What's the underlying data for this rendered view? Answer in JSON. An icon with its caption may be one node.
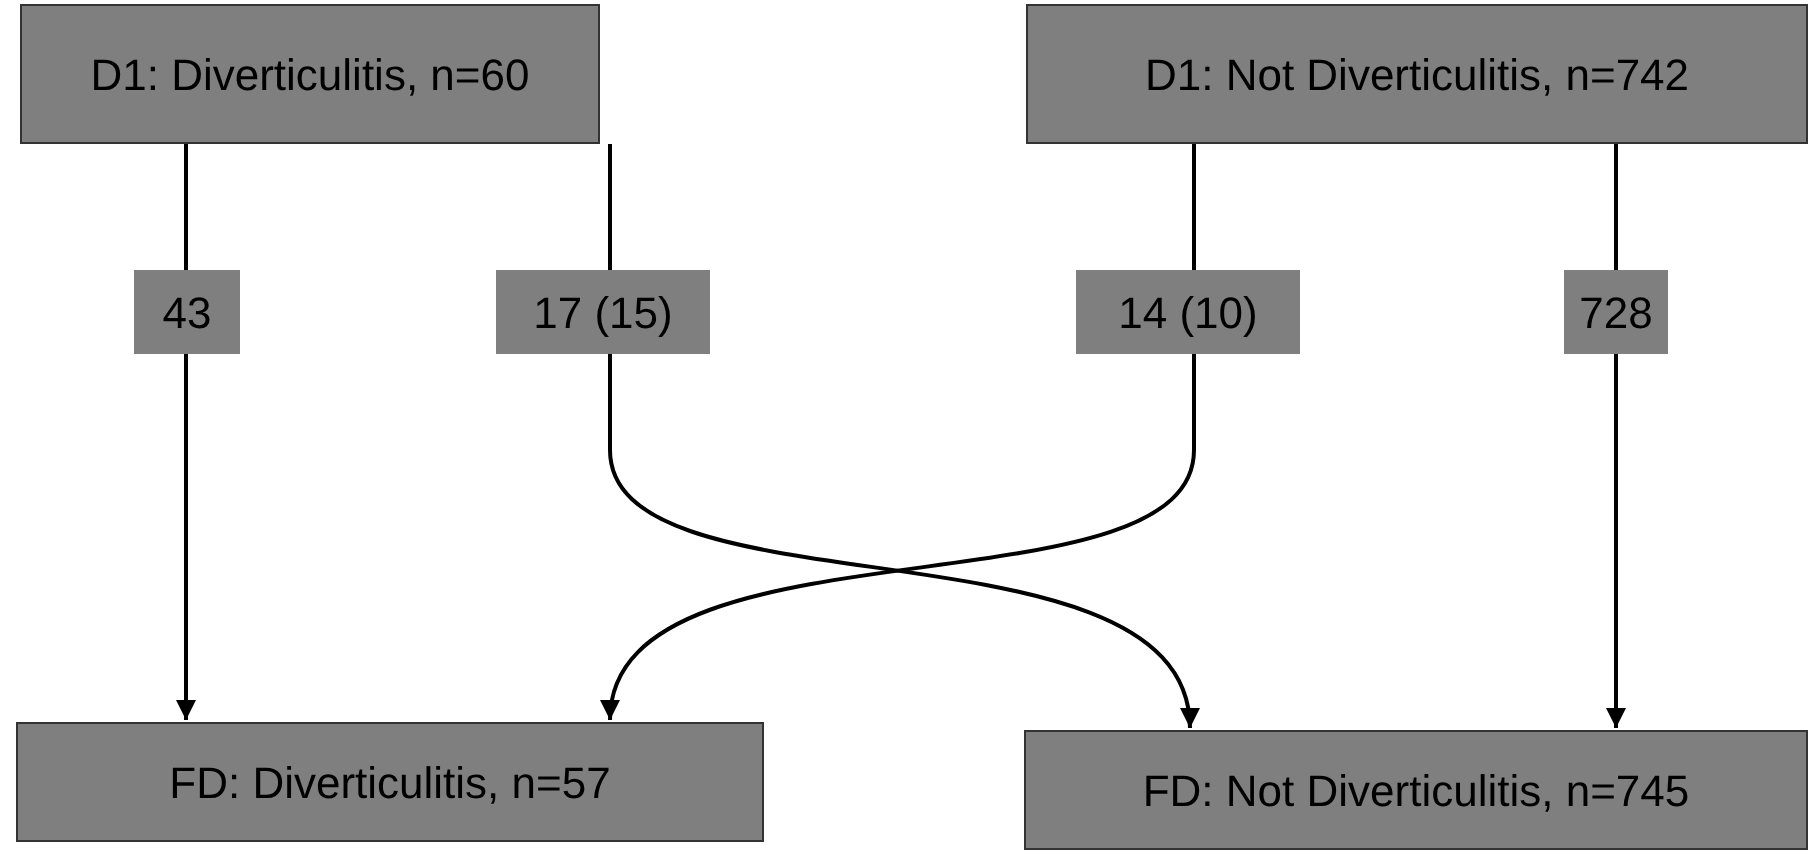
{
  "diagram": {
    "nodes": [
      {
        "text": [
          "D1: Diverticulitis, n=60"
        ]
      },
      {
        "text": [
          "D1: Not Diverticulitis, n=742"
        ]
      },
      {
        "text": [
          "FD: Diverticulitis, n=57"
        ]
      },
      {
        "text": [
          "FD: Not Diverticulitis, n=745"
        ]
      }
    ],
    "edges": [
      {
        "from": 0,
        "to": 2,
        "arrow": "to",
        "label": "43"
      },
      {
        "from": 0,
        "to": 3,
        "arrow": "to",
        "label": "17 (15)"
      },
      {
        "from": 1,
        "to": 2,
        "arrow": "to",
        "label": "14 (10)"
      },
      {
        "from": 1,
        "to": 3,
        "arrow": "to",
        "label": "728"
      }
    ]
  }
}
